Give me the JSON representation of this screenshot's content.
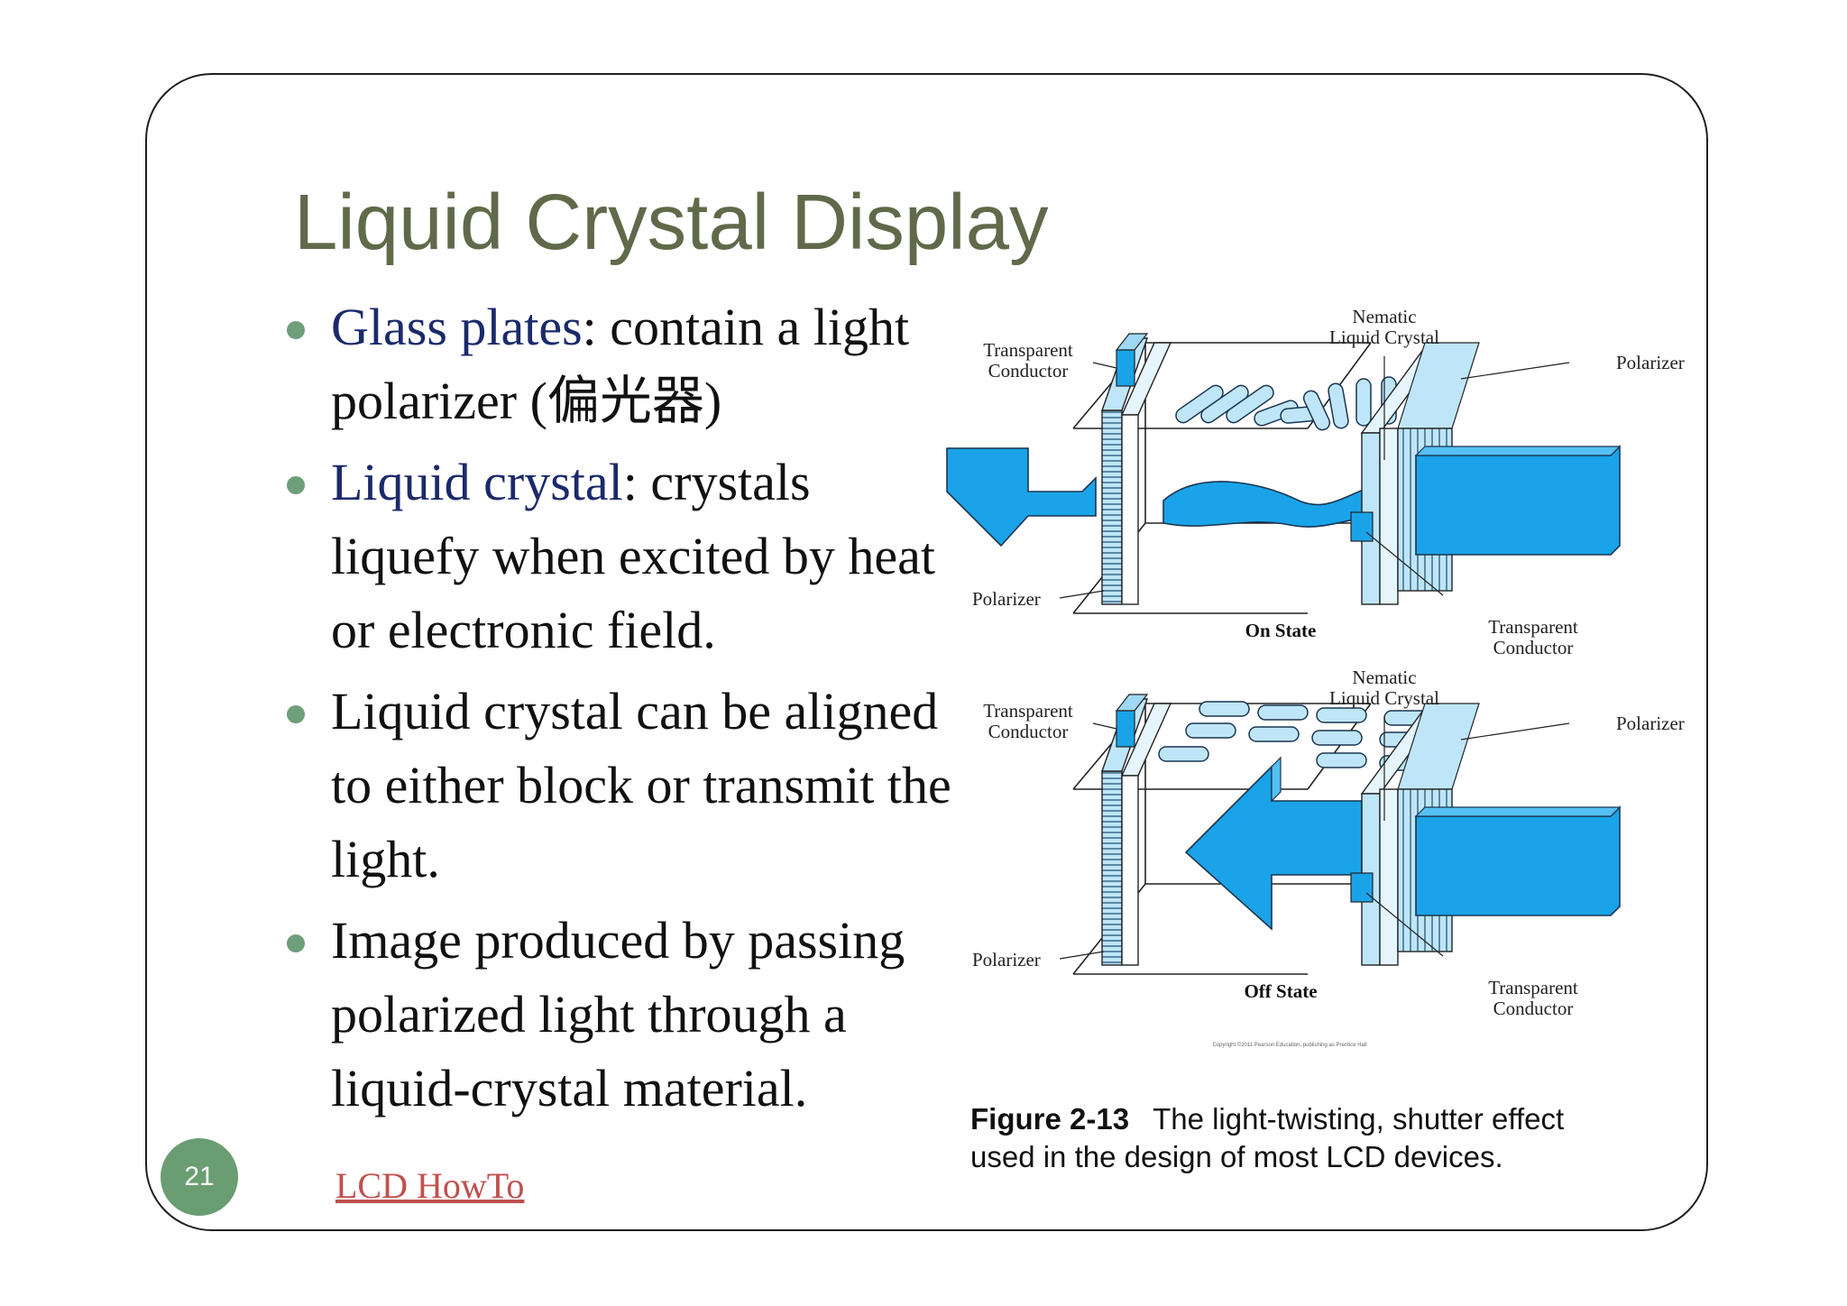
{
  "title": "Liquid Crystal Display",
  "bullets": [
    {
      "term": "Glass plates",
      "text": ": contain a light polarizer (偏光器)"
    },
    {
      "term": "Liquid crystal",
      "text": ": crystals liquefy when excited by heat or electronic field."
    },
    {
      "term": "",
      "text": "Liquid crystal can be aligned to either block or transmit the light."
    },
    {
      "term": "",
      "text": "Image produced by passing polarized light through a liquid-crystal material."
    }
  ],
  "link_text": "LCD HowTo",
  "page_number": "21",
  "figure": {
    "top": {
      "state": "On State",
      "transparent_conductor_1": "Transparent",
      "transparent_conductor_2": "Conductor",
      "nematic_1": "Nematic",
      "nematic_2": "Liquid Crystal",
      "polarizer_right": "Polarizer",
      "polarizer_left": "Polarizer",
      "transparent_conductor_b1": "Transparent",
      "transparent_conductor_b2": "Conductor"
    },
    "bottom": {
      "state": "Off State",
      "transparent_conductor_1": "Transparent",
      "transparent_conductor_2": "Conductor",
      "nematic_1": "Nematic",
      "nematic_2": "Liquid Crystal",
      "polarizer_right": "Polarizer",
      "polarizer_left": "Polarizer",
      "transparent_conductor_b1": "Transparent",
      "transparent_conductor_b2": "Conductor"
    },
    "copyright": "Copyright ©2011 Pearson Education, publishing as Prentice Hall"
  },
  "caption": {
    "number": "Figure 2-13",
    "text": "The light-twisting, shutter effect used in the design of most LCD devices."
  },
  "colors": {
    "title": "#606a4a",
    "term": "#1b2a6b",
    "bullet_dot": "#6e9e7a",
    "link": "#c0504d",
    "page_badge": "#6a9d72",
    "light_blue": "#1aa3e8",
    "pale_blue": "#bfe6f8"
  }
}
